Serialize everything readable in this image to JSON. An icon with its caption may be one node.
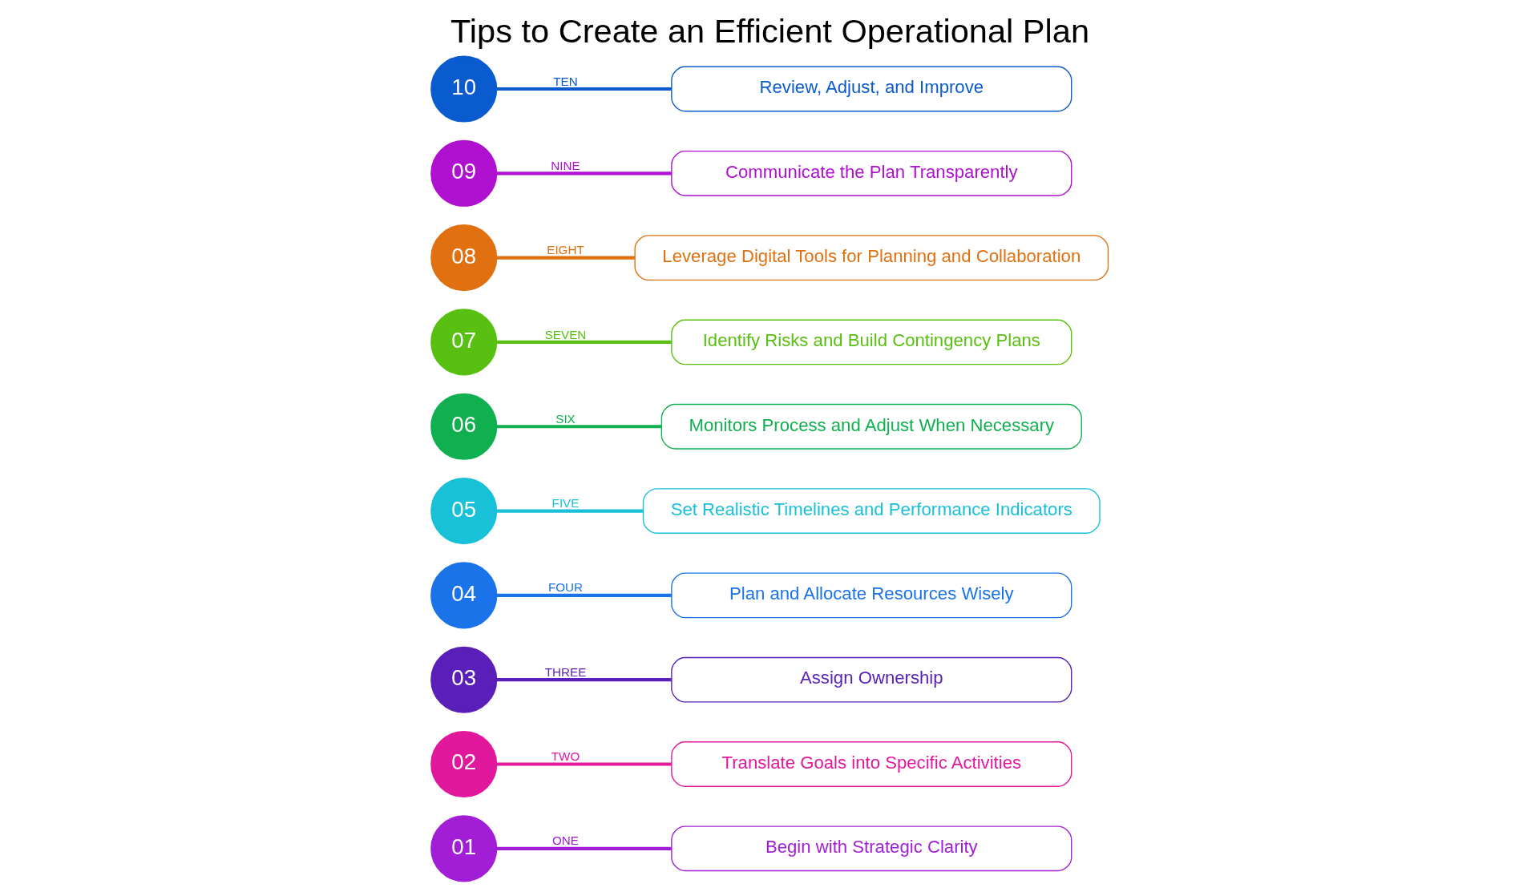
{
  "diagram": {
    "title": "Tips to Create an Efficient Operational Plan",
    "nodes": [
      {
        "text": [
          "01"
        ]
      },
      {
        "text": [
          "Begin with Strategic Clarity"
        ]
      },
      {
        "text": [
          "02"
        ]
      },
      {
        "text": [
          "Translate Goals into Specific Activities"
        ]
      },
      {
        "text": [
          "03"
        ]
      },
      {
        "text": [
          "Assign Ownership"
        ]
      },
      {
        "text": [
          "04"
        ]
      },
      {
        "text": [
          "Plan and Allocate Resources Wisely"
        ]
      },
      {
        "text": [
          "05"
        ]
      },
      {
        "text": [
          "Set Realistic Timelines and Performance Indicators"
        ]
      },
      {
        "text": [
          "06"
        ]
      },
      {
        "text": [
          "Monitors Process and Adjust When Necessary"
        ]
      },
      {
        "text": [
          "07"
        ]
      },
      {
        "text": [
          "Identify Risks and Build Contingency Plans"
        ]
      },
      {
        "text": [
          "08"
        ]
      },
      {
        "text": [
          "Leverage Digital Tools for Planning and Collaboration"
        ]
      },
      {
        "text": [
          "09"
        ]
      },
      {
        "text": [
          "Communicate the Plan Transparently"
        ]
      },
      {
        "text": [
          "10"
        ]
      },
      {
        "text": [
          "Review, Adjust, and Improve"
        ]
      }
    ],
    "edges": [
      {
        "from": 0,
        "to": 1,
        "arrow": "none",
        "label": "ONE",
        "color": "#a21ed6"
      },
      {
        "from": 2,
        "to": 3,
        "arrow": "none",
        "label": "TWO",
        "color": "#e2189c"
      },
      {
        "from": 4,
        "to": 5,
        "arrow": "none",
        "label": "THREE",
        "color": "#5a1fb8"
      },
      {
        "from": 6,
        "to": 7,
        "arrow": "none",
        "label": "FOUR",
        "color": "#1a73e8"
      },
      {
        "from": 8,
        "to": 9,
        "arrow": "none",
        "label": "FIVE",
        "color": "#18c0d8"
      },
      {
        "from": 10,
        "to": 11,
        "arrow": "none",
        "label": "SIX",
        "color": "#10b050"
      },
      {
        "from": 12,
        "to": 13,
        "arrow": "none",
        "label": "SEVEN",
        "color": "#58c010"
      },
      {
        "from": 14,
        "to": 15,
        "arrow": "none",
        "label": "EIGHT",
        "color": "#e07010"
      },
      {
        "from": 16,
        "to": 17,
        "arrow": "none",
        "label": "NINE",
        "color": "#b010d0"
      },
      {
        "from": 18,
        "to": 19,
        "arrow": "none",
        "label": "TEN",
        "color": "#0a5ad0"
      }
    ]
  }
}
